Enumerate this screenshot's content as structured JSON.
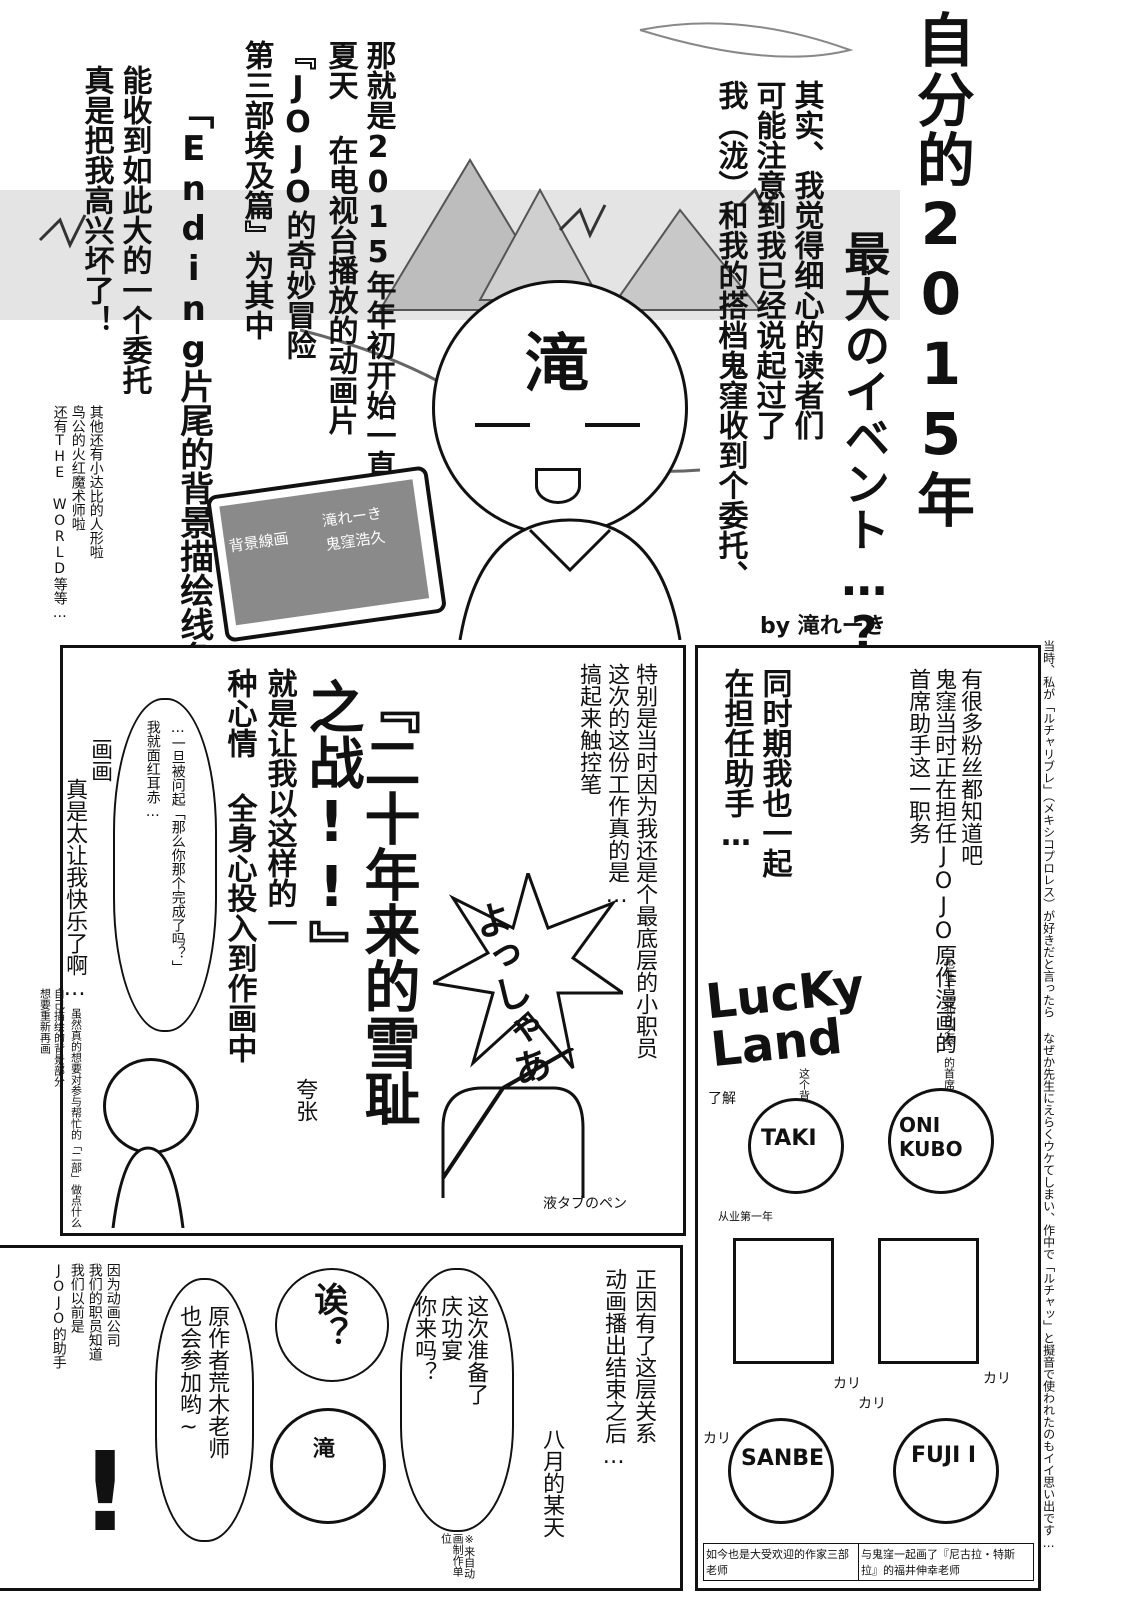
{
  "top": {
    "title_main": "自分的2015年",
    "title_sub": "最大のイベント…?",
    "byline": "by 滝れーき",
    "narration": [
      "其实、我觉得细心的读者们",
      "可能注意到我已经说起过了",
      "我（泷）和我的搭档鬼窪收到个委托、"
    ],
    "narration2": [
      "那就是2015年年初开始一直持续到",
      "夏天 在电视台播放的动画片",
      "『JOJO的奇妙冒险",
      "第三部埃及篇』为其中"
    ],
    "ending": "「Ending片尾的背景描绘线条」",
    "happy": [
      "能收到如此大的一个委托",
      "真是把我高兴坏了！"
    ],
    "note": [
      "其他还有小达比的人形啦",
      "鸟公的火红魔术师啦",
      "还有THE WORLD等等…"
    ],
    "char_label": "滝",
    "screen_text": [
      "背景線画",
      "滝れーき",
      "鬼窪浩久"
    ]
  },
  "mid_left": {
    "col1": [
      "就是让我以这样的一",
      "种心情 全身心投入到作画中"
    ],
    "banner": "『二十年来的雪耻之战!!』",
    "exag": "夸张",
    "col3": [
      "特别是当时因为我还是个最底层的小职员",
      "这次的这份工作真的是…",
      "搞起来触控笔"
    ],
    "bubble": [
      "…一旦被问起「那么你那个完成了吗？」",
      "我就面红耳赤…"
    ],
    "draw": [
      "画画",
      "真是太让我快乐了啊…"
    ],
    "small_notes": [
      "自己描绘的背景部分",
      "想要重新再画",
      "虽然真的想要对参与帮忙的「二部」做点什么"
    ],
    "sfx": "よっしゃあッ",
    "pen_label": "液タブのペン"
  },
  "mid_right": {
    "col1": [
      "同时期我也一起",
      "在担任助手…"
    ],
    "col2": [
      "有很多粉丝都知道吧",
      "鬼窪当时正在担任JOJO原作漫画的",
      "首席助手这一职务"
    ],
    "side_jp": "当時、私が「ルチャリブレ」（メキシコプロレス）が好きだと言ったら なぜか先生にえらくウケてしまい、作中で「ルチャッ」と擬音で使われたのもイイ思い出です…",
    "lucky": "LucKy Land",
    "heads": [
      "TAKI",
      "ONI KUBO",
      "SANBE",
      "FUJI I"
    ],
    "small": [
      "了解",
      "这个背景画一下",
      "也在干「北斗之拳」的首席",
      "从业第一年"
    ],
    "kari": [
      "カリ",
      "カリ",
      "カリ",
      "カリ"
    ],
    "caption1": "如今也是大受欢迎的作家三部老师",
    "caption2": "与鬼窪一起画了『尼古拉・特斯拉』的福井伸幸老师"
  },
  "bottom": {
    "col1": [
      "因为动画公司",
      "我们的职员知道",
      "JOJO的助手",
      "我们以前是"
    ],
    "b1": [
      "原作者荒木老师",
      "也会参加哟~"
    ],
    "b2": "诶？",
    "b3": [
      "这次准备了",
      "庆功宴",
      "你来吗？"
    ],
    "col_right": [
      "正因有了这层关系",
      "动画播出结束之后…"
    ],
    "day": "八月的某天",
    "from_label": "※来自动画制作单位",
    "excl": "!",
    "head_label": "滝"
  }
}
